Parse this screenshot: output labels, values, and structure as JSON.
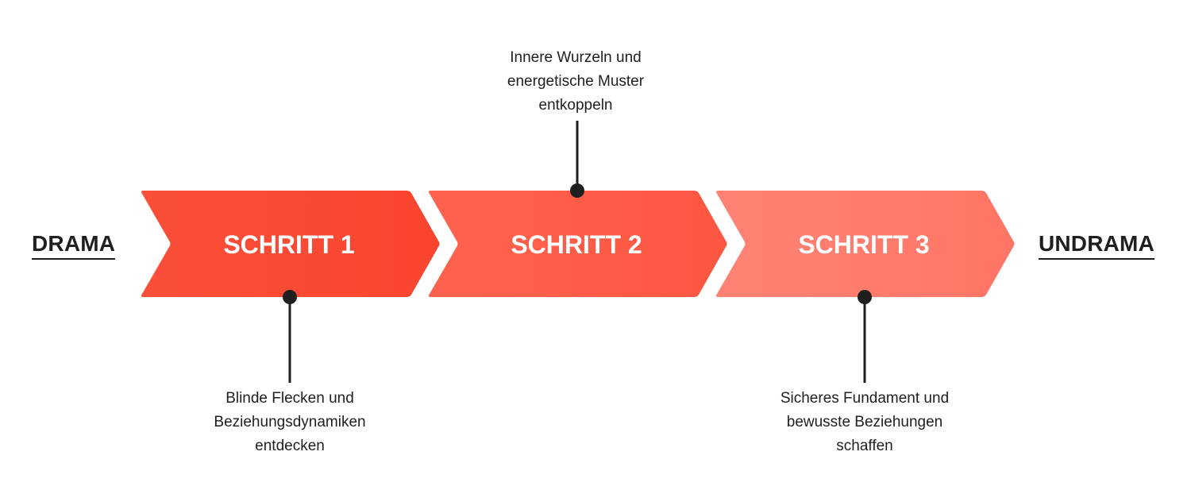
{
  "diagram": {
    "start_label": "DRAMA",
    "end_label": "UNDRAMA",
    "steps": [
      {
        "label": "SCHRITT 1",
        "color": "#fb4a33",
        "callout_position": "below",
        "description": [
          "Blinde Flecken und",
          "Beziehungsdynamiken",
          "entdecken"
        ]
      },
      {
        "label": "SCHRITT 2",
        "color": "#fe5c47",
        "callout_position": "above",
        "description": [
          "Innere Wurzeln und",
          "energetische Muster",
          "entkoppeln"
        ]
      },
      {
        "label": "SCHRITT 3",
        "color": "#ff7a6a",
        "callout_position": "below",
        "description": [
          "Sicheres Fundament und",
          "bewusste Beziehungen",
          "schaffen"
        ]
      }
    ],
    "text_color": "#1f1f1f",
    "connector_color": "#1f1f1f"
  }
}
